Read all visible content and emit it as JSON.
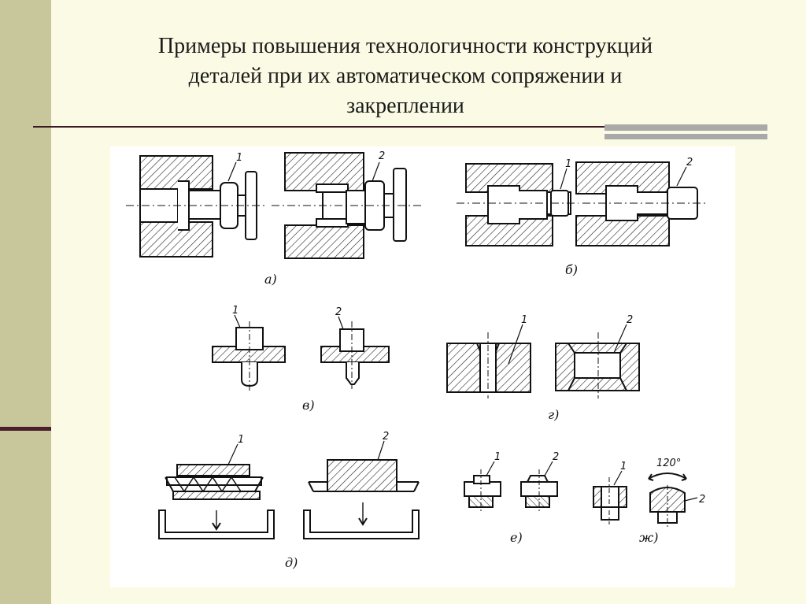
{
  "slide": {
    "title_lines": [
      "Примеры повышения технологичности конструкций",
      "деталей при их автоматическом сопряжении и",
      "закреплении"
    ]
  },
  "figure": {
    "panel_labels": [
      "а)",
      "б)",
      "в)",
      "г)",
      "д)",
      "е)",
      "ж)"
    ],
    "part_numbers": [
      "1",
      "2"
    ],
    "angle_label": "120°"
  }
}
